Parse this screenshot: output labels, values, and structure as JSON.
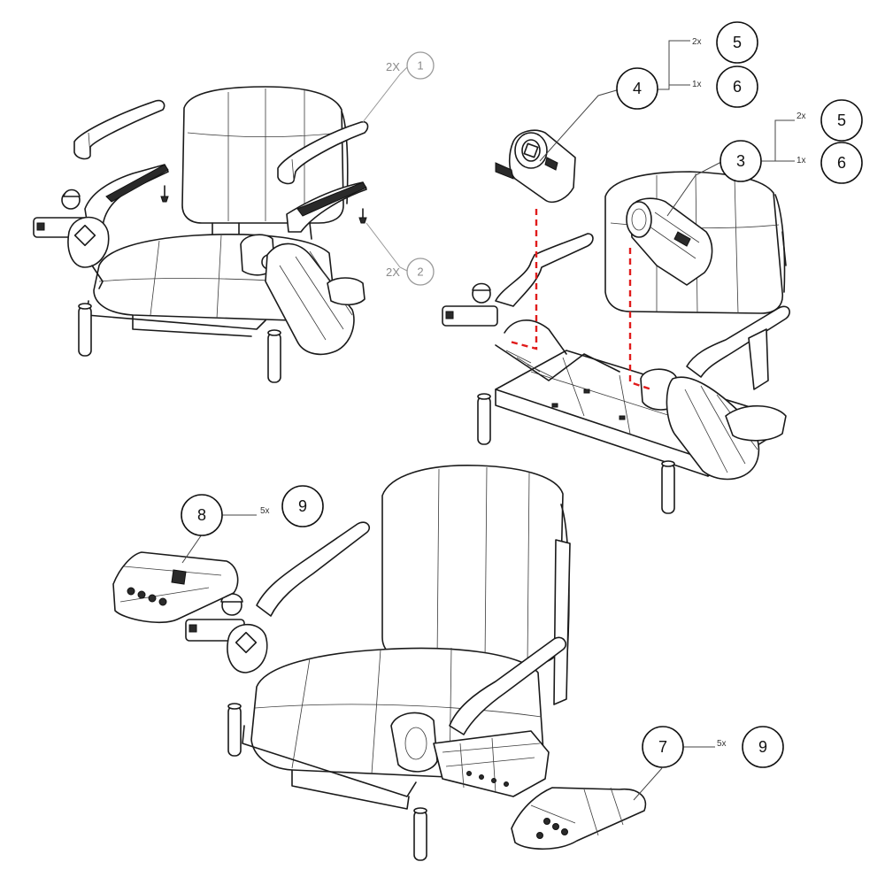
{
  "callouts": {
    "c1": {
      "number": "1",
      "qty": "2X"
    },
    "c2": {
      "number": "2",
      "qty": "2X"
    },
    "c3": {
      "number": "3"
    },
    "c4": {
      "number": "4"
    },
    "c5a": {
      "number": "5",
      "qty": "2x"
    },
    "c6a": {
      "number": "6",
      "qty": "1x"
    },
    "c5b": {
      "number": "5",
      "qty": "2x"
    },
    "c6b": {
      "number": "6",
      "qty": "1x"
    },
    "c7": {
      "number": "7"
    },
    "c8": {
      "number": "8"
    },
    "c9a": {
      "number": "9",
      "qty": "5x"
    },
    "c9b": {
      "number": "9",
      "qty": "5x"
    }
  },
  "colors": {
    "line": "#1a1a1a",
    "hidden_line": "#e01b1b",
    "gray_callout": "#9a9a9a"
  },
  "icon_names": [
    "seat-assembly-top-left",
    "seat-assembly-right",
    "seat-assembly-bottom",
    "armrest-pad-icon",
    "bracket-icon",
    "pivot-housing-icon",
    "joystick-cover-icon",
    "footrest-cover-icon"
  ]
}
